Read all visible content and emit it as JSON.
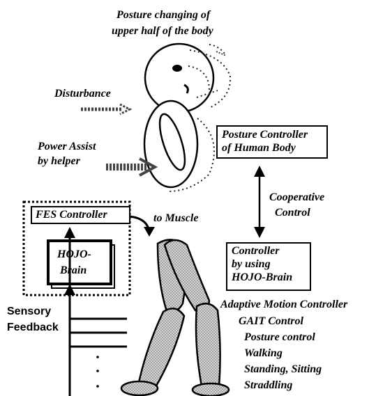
{
  "labels": {
    "posture_changing": "Posture changing of",
    "upper_half": "upper half of the body",
    "disturbance": "Disturbance",
    "power_assist": "Power Assist",
    "by_helper": "by helper",
    "posture_controller_1": "Posture Controller",
    "posture_controller_2": "of Human Body",
    "cooperative": "Cooperative",
    "control": "Control",
    "fes_controller": "FES Controller",
    "to_muscle": "to Muscle",
    "hojo_brain_1": "HOJO-",
    "hojo_brain_2": "Brain",
    "controller_1": "Controller",
    "controller_2": "by using",
    "controller_3": "HOJO-Brain",
    "sensory": "Sensory",
    "feedback": "Feedback",
    "adaptive": "Adaptive Motion Controller",
    "gait": "GAIT Control",
    "posture_control": "Posture control",
    "walking": "Walking",
    "standing": "Standing, Sitting",
    "straddling": "Straddling"
  }
}
